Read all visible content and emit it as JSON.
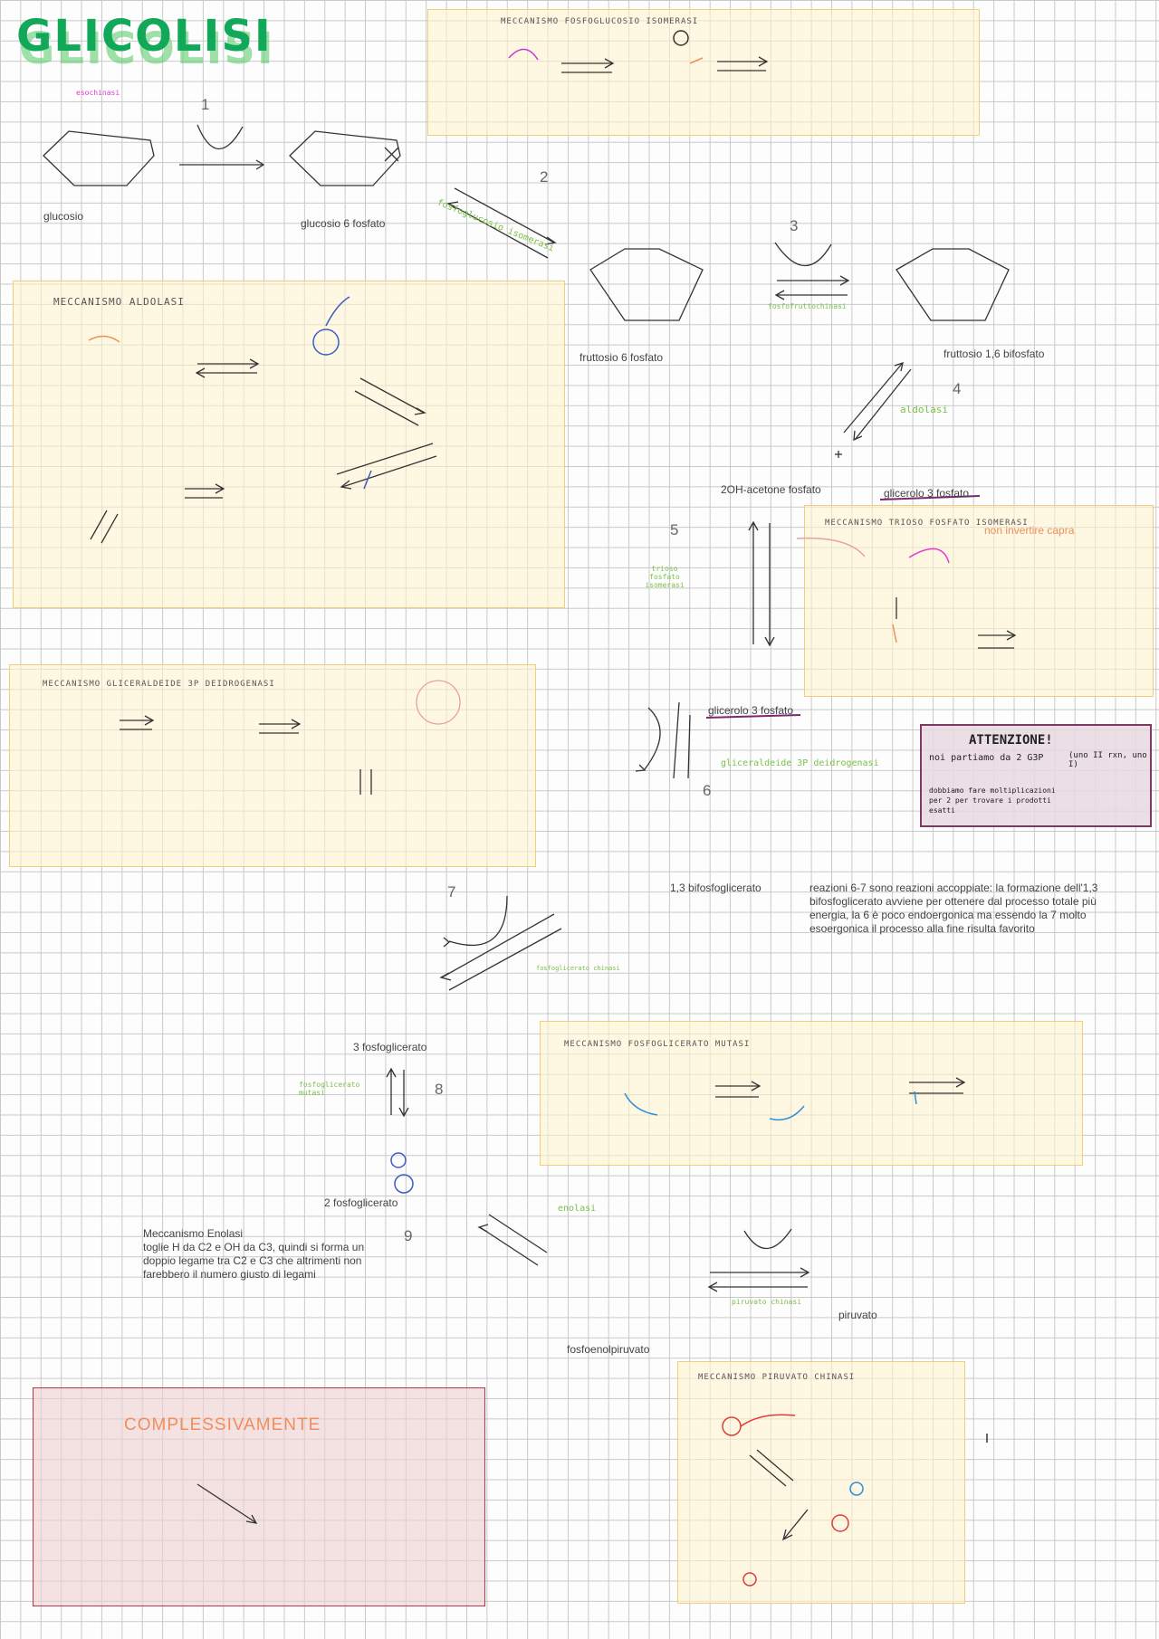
{
  "title": "GLICOLISI",
  "enzymes": {
    "exochinasi": "esochinasi",
    "isomerasi": "fosfoglucosio isomerasi",
    "fosfofruttochinasi": "fosfofruttochinasi",
    "aldolasi": "aldolasi",
    "triosofosfato_isomerasi": "trioso fosfato isomerasi",
    "gliceraldeide_deidrogenasi": "gliceraldeide 3P deidrogenasi",
    "fosfoglicerato_chinasi": "fosfoglicerato chinasi",
    "fosfoglicerato_mutasi": "fosfoglicerato mutasi",
    "enolasi": "enolasi",
    "piruvato_chinasi": "piruvato chinasi"
  },
  "compounds": {
    "glucosio": "glucosio",
    "glucosio6p": "glucosio 6 fosfato",
    "fruttosio6p": "fruttosio 6 fosfato",
    "fruttosio16bp": "fruttosio 1,6 bifosfato",
    "diidrossiacetone": "2OH-acetone fosfato",
    "gliceraldeide3p_a": "glicerolo 3 fosfato",
    "gliceraldeide3p_b": "glicerolo 3 fosfato",
    "bifosfoglicerato": "1,3 bifosfoglicerato",
    "fosfoglicerato3": "3 fosfoglicerato",
    "fosfoglicerato2": "2 fosfoglicerato",
    "pep": "fosfoenolpiruvato",
    "piruvato": "piruvato"
  },
  "steps": [
    "1",
    "2",
    "3",
    "4",
    "5",
    "6",
    "7",
    "8",
    "9"
  ],
  "notes": {
    "non_invertire": "non invertire capra",
    "accoppiate": "reazioni 6-7 sono reazioni accoppiate: la formazione dell'1,3 bifosfoglicerato avviene per ottenere dal processo totale più energia, la 6 è poco endoergonica ma essendo la 7 molto esoergonica il processo alla fine risulta favorito",
    "enolasi_title": "Meccanismo Enolasi",
    "enolasi_text": "toglie H da C2 e OH da C3, quindi si forma un doppio legame tra C2 e C3 che altrimenti non farebbero il numero giusto di legami"
  },
  "boxes": {
    "isomerasi": "MECCANISMO FOSFOGLUCOSIO ISOMERASI",
    "aldolasi": "MECCANISMO ALDOLASI",
    "triosofosfato": "MECCANISMO TRIOSO FOSFATO ISOMERASI",
    "gliceraldeide": "MECCANISMO GLICERALDEIDE 3P DEIDROGENASI",
    "mutasi": "MECCANISMO FOSFOGLICERATO MUTASI",
    "piruvato": "MECCANISMO PIRUVATO CHINASI",
    "complessivamente": "COMPLESSIVAMENTE",
    "attenzione_title": "ATTENZIONE!",
    "attenzione_line1": "noi partiamo da 2 G3P",
    "attenzione_line2": "(uno II rxn, uno I)",
    "attenzione_line3": "dobbiamo fare moltiplicazioni per 2 per trovare i prodotti esatti"
  },
  "colors": {
    "green": "#7cc04a",
    "pink": "#e23bc9",
    "blue": "#2f8fd8",
    "red": "#e03c3c",
    "orange": "#f08d5b",
    "box_yellow": "#f0cf7a",
    "box_red": "#b03a48",
    "box_purple": "#7b3a63"
  }
}
